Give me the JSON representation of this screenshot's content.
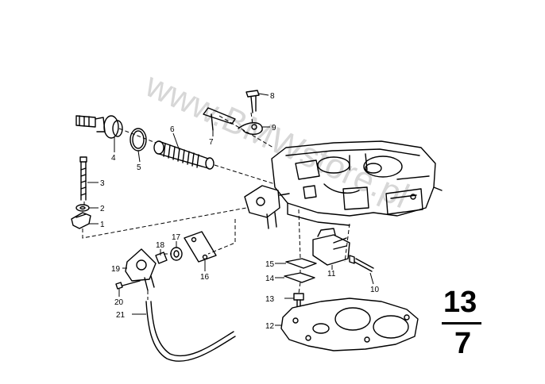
{
  "section": {
    "group": "13",
    "sub": "7"
  },
  "watermark": "www.BMWstore.pl",
  "callouts": [
    "1",
    "2",
    "3",
    "4",
    "5",
    "6",
    "7",
    "8",
    "9",
    "10",
    "11",
    "12",
    "13",
    "14",
    "15",
    "16",
    "17",
    "18",
    "19",
    "20",
    "21"
  ]
}
